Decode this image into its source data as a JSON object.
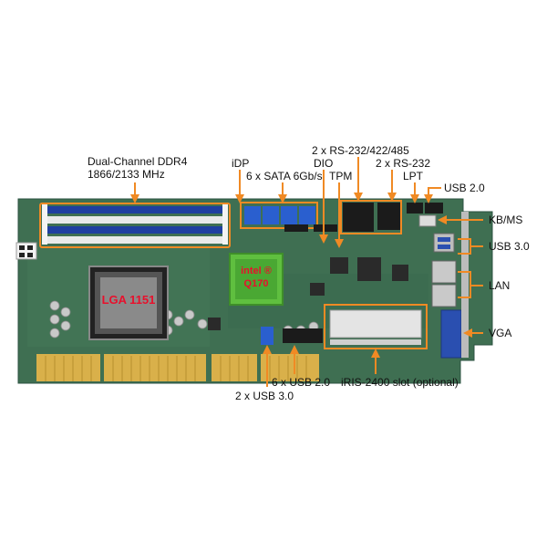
{
  "labels": {
    "ddr4_line1": "Dual-Channel DDR4",
    "ddr4_line2": "1866/2133 MHz",
    "idp": "iDP",
    "sata": "6 x SATA 6Gb/s",
    "rs232_422_485": "2 x RS-232/422/485",
    "dio": "DIO",
    "tpm": "TPM",
    "rs232": "2 x RS-232",
    "lpt": "LPT",
    "usb20_top": "USB 2.0",
    "kbms": "KB/MS",
    "usb30_right": "USB 3.0",
    "lan": "LAN",
    "vga": "VGA",
    "usb20_bottom": "6 x USB 2.0",
    "usb30_bottom": "2 x USB 3.0",
    "iris": "iRIS-2400 slot (optional)"
  },
  "board": {
    "cpu_socket": "LGA 1151",
    "chipset_brand": "intel ®",
    "chipset_model": "Q170"
  },
  "colors": {
    "callout": "#f08a24",
    "pcb": "#3f6f52",
    "pcb_dark": "#2b5240",
    "gold_finger": "#d9b04a",
    "dimm_slot": "#1f3fa0",
    "sata_port": "#2a5fcf",
    "chipset_green": "#5fbf3f",
    "vga_blue": "#2a4fb0"
  }
}
